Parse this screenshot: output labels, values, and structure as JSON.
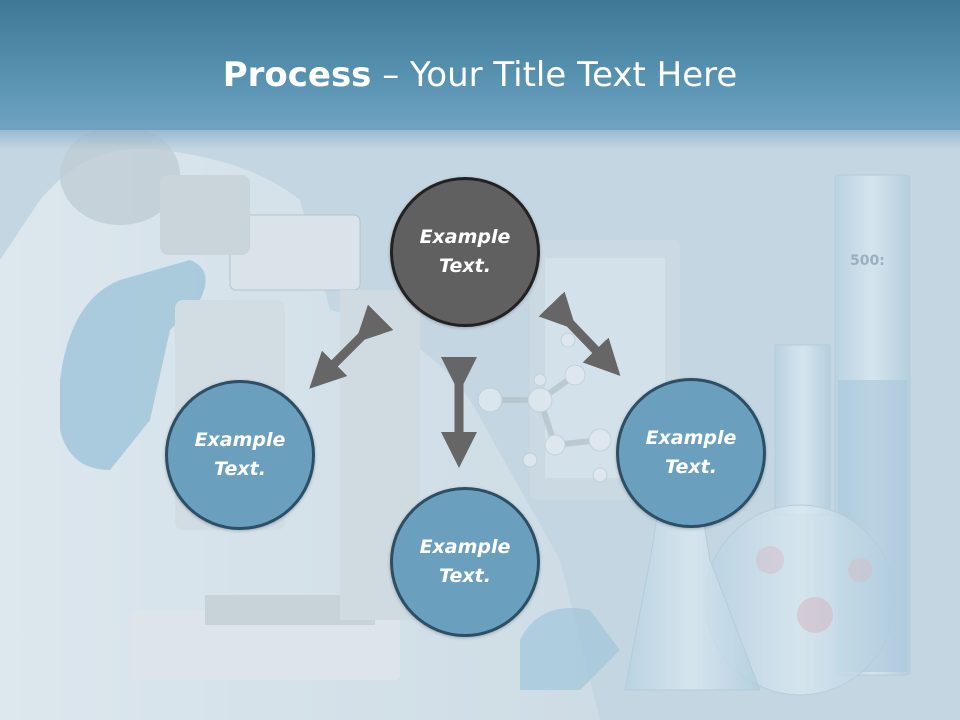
{
  "title": {
    "bold": "Process",
    "rest": " – Your Title Text Here"
  },
  "nodes": {
    "top": "Example Text.",
    "left": "Example Text.",
    "right": "Example Text.",
    "bottom": "Example Text."
  },
  "photo": {
    "beaker_marking": "500:"
  },
  "colors": {
    "header": "#4f8aaa",
    "node_blue": "#6a9fbd",
    "node_gray": "#606060",
    "arrow": "#666666"
  }
}
